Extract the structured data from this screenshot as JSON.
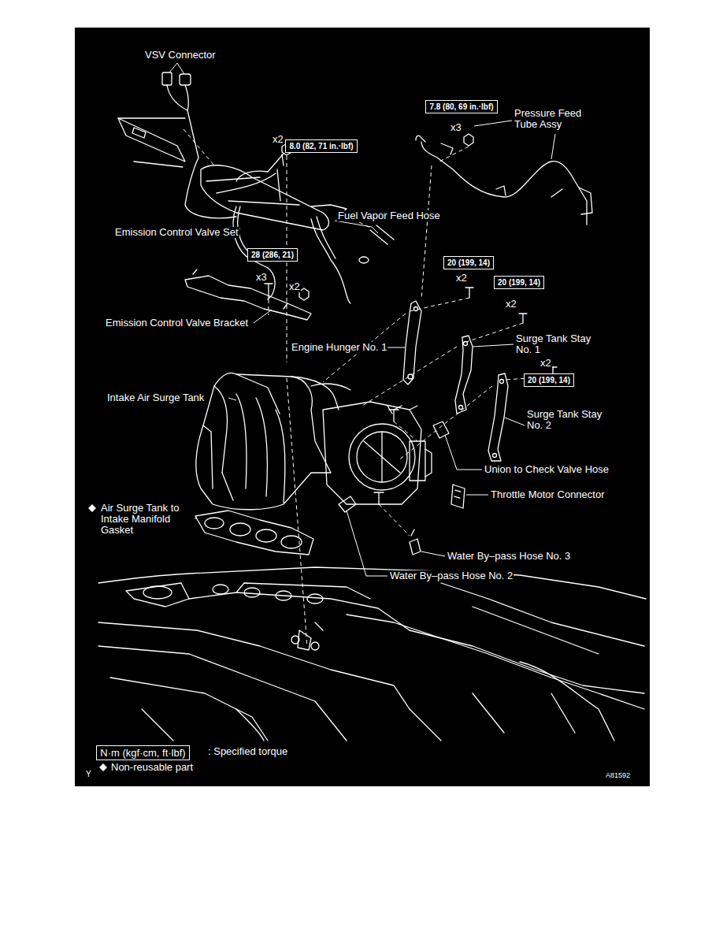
{
  "diagram": {
    "nodes": [
      {
        "text": [
          "7.8 (80, 69 in.·lbf)"
        ]
      },
      {
        "text": [
          "8.0 (82, 71 in.·lbf)"
        ]
      },
      {
        "text": [
          "28 (286, 21)"
        ]
      },
      {
        "text": [
          "20 (199, 14)"
        ]
      },
      {
        "text": [
          "20 (199, 14)"
        ]
      },
      {
        "text": [
          "20 (199, 14)"
        ]
      },
      {
        "text": [
          "N·m (kgf·cm, ft·lbf)"
        ]
      }
    ],
    "labels": [
      "VSV Connector",
      "Pressure Feed Tube Assy",
      "x2",
      "x3",
      "Fuel Vapor Feed Hose",
      "Emission Control Valve Set",
      "x3",
      "x2",
      "x2",
      "x2",
      "Emission Control Valve Bracket",
      "Engine Hunger No. 1",
      "Surge Tank Stay No. 1",
      "x2",
      "Intake Air Surge Tank",
      "Surge Tank Stay No. 2",
      "Union to Check Valve Hose",
      "Throttle Motor Connector",
      "Air Surge Tank to Intake Manifold Gasket",
      "Water By–pass Hose No. 3",
      "Water By–pass Hose No. 2",
      ": Specified torque",
      "Non-reusable part",
      "Y",
      "A81592"
    ]
  }
}
